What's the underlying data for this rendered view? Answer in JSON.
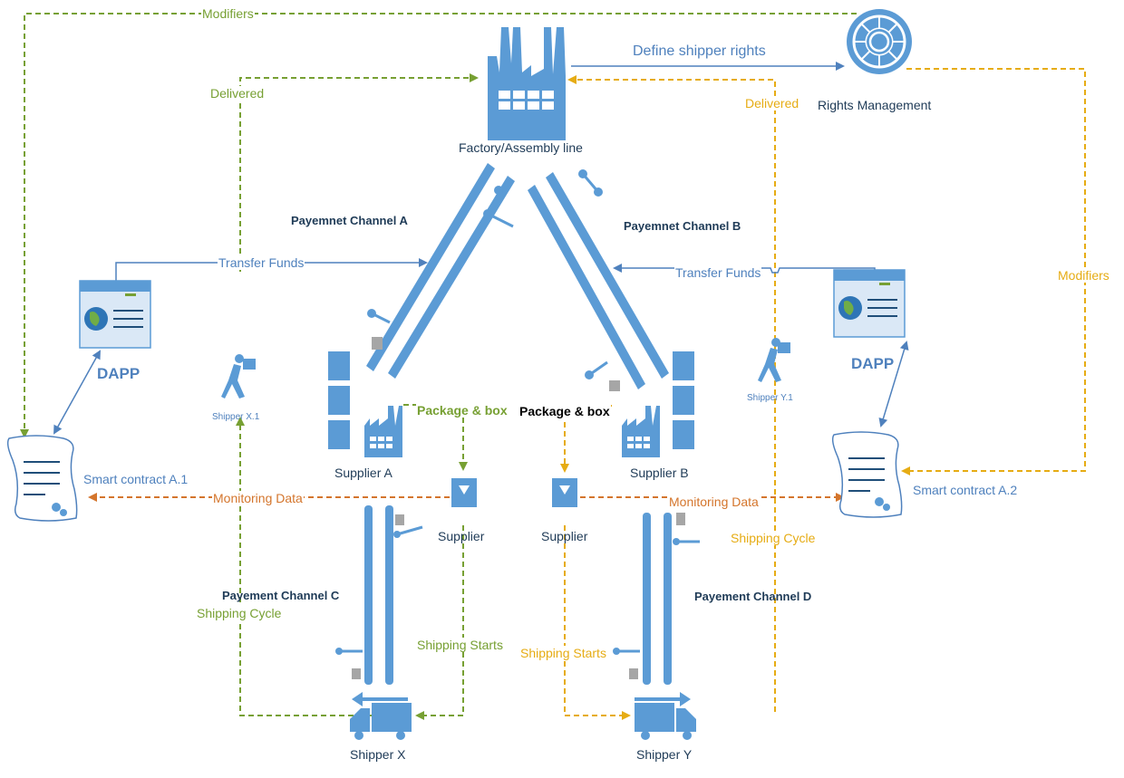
{
  "nodes": {
    "factory": "Factory/Assembly line",
    "rights_management": "Rights Management",
    "dapp_left": "DAPP",
    "dapp_right": "DAPP",
    "smart_contract_a1": "Smart contract A.1",
    "smart_contract_a2": "Smart contract A.2",
    "supplier_a": "Supplier A",
    "supplier_b": "Supplier B",
    "supplier_left": "Supplier",
    "supplier_right": "Supplier",
    "shipper_x": "Shipper X",
    "shipper_y": "Shipper Y",
    "shipper_x1": "Shipper X.1",
    "shipper_y1": "Shipper Y.1"
  },
  "channels": {
    "a": "Payemnet Channel A",
    "b": "Payemnet Channel B",
    "c": "Payement Channel C",
    "d": "Payement Channel D"
  },
  "edges": {
    "modifiers_left": "Modifiers",
    "modifiers_right": "Modifiers",
    "define_shipper_rights": "Define shipper rights",
    "delivered_left": "Delivered",
    "delivered_right": "Delivered",
    "transfer_funds_left": "Transfer Funds",
    "transfer_funds_right": "Transfer Funds",
    "package_box_left": "Package & box",
    "package_box_right": "Package & box",
    "monitoring_left": "Monitoring Data",
    "monitoring_right": "Monitoring Data",
    "shipping_cycle_left": "Shipping Cycle",
    "shipping_cycle_right": "Shipping Cycle",
    "shipping_starts_left": "Shipping Starts",
    "shipping_starts_right": "Shipping Starts"
  },
  "colors": {
    "blue": "#4f81bd",
    "light_blue": "#5b9bd5",
    "green": "#77a033",
    "yellow": "#e6ac14",
    "orange": "#d4752c",
    "dark_text": "#1f3b57"
  }
}
